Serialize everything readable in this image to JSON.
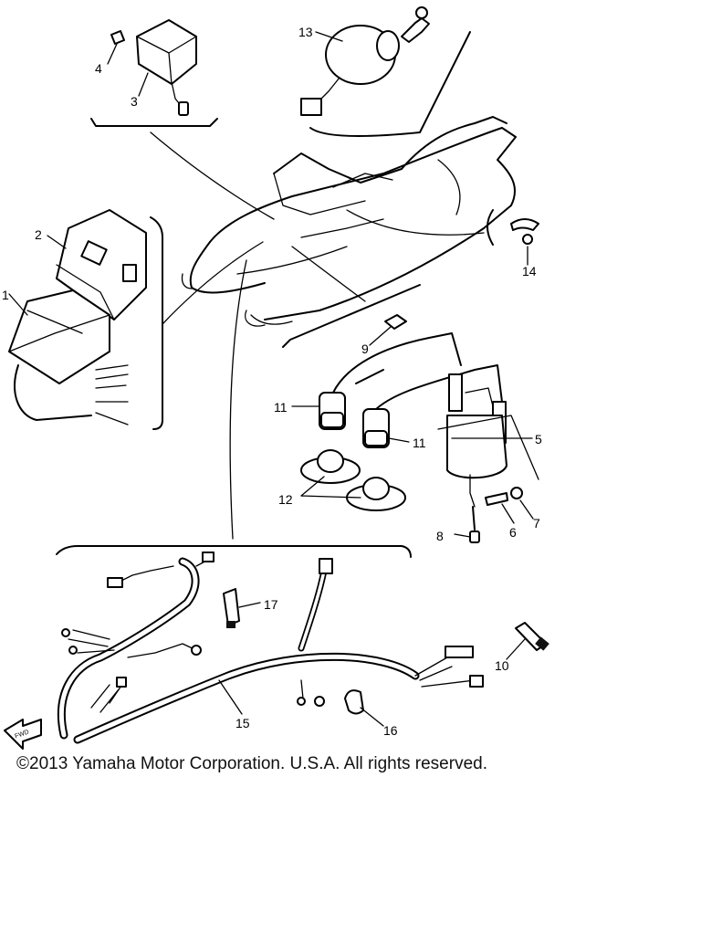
{
  "copyright": "©2013 Yamaha Motor Corporation. U.S.A. All rights reserved.",
  "fwd_label": "FWD",
  "callouts": {
    "c1": "1",
    "c2": "2",
    "c3": "3",
    "c4": "4",
    "c5": "5",
    "c6": "6",
    "c7": "7",
    "c8": "8",
    "c9": "9",
    "c10": "10",
    "c11a": "11",
    "c11b": "11",
    "c12": "12",
    "c13": "13",
    "c14": "14",
    "c15": "15",
    "c16": "16",
    "c17": "17"
  }
}
